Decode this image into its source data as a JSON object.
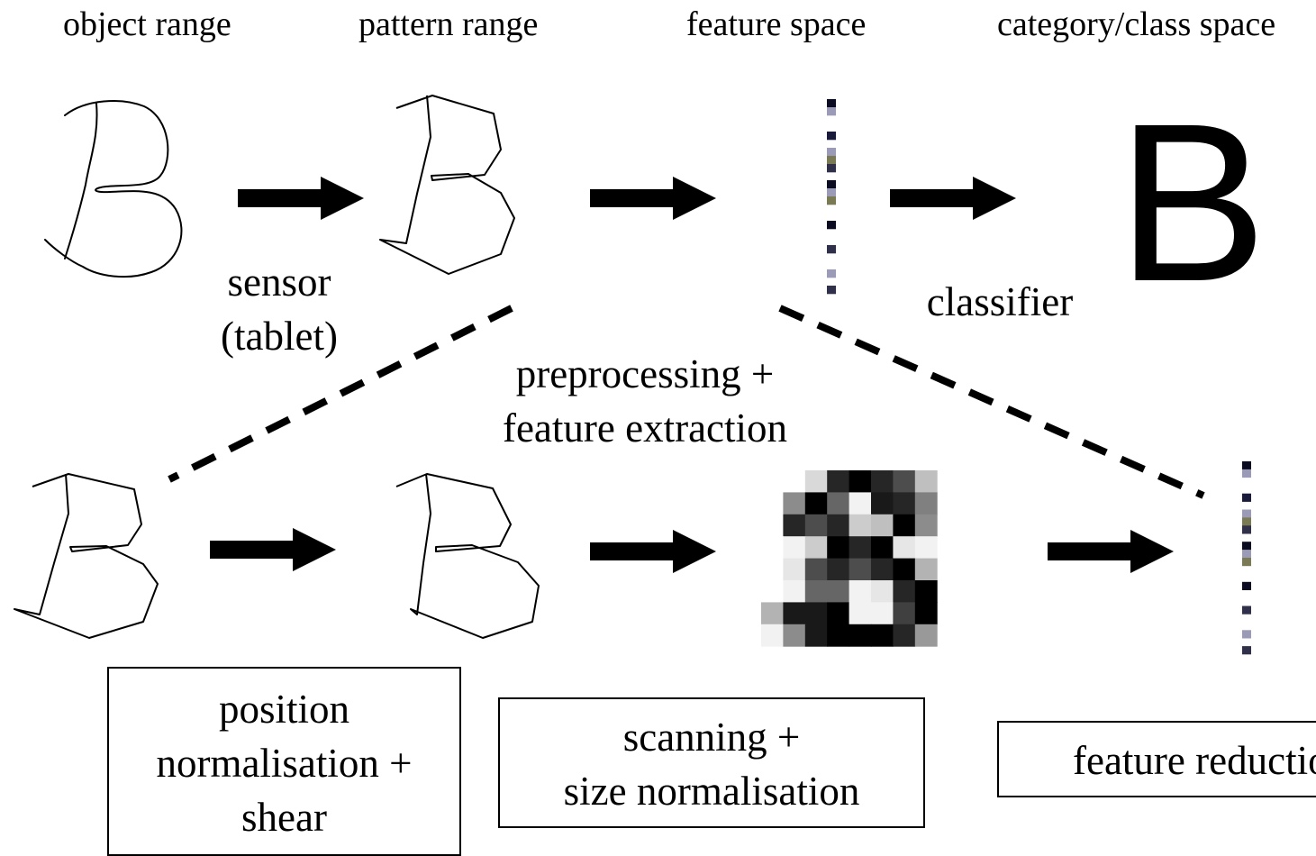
{
  "headers": {
    "object_range": "object range",
    "pattern_range": "pattern range",
    "feature_space": "feature space",
    "category_space": "category/class space"
  },
  "category_letter": "B",
  "labels": {
    "sensor_line1": "sensor",
    "sensor_line2": "(tablet)",
    "classifier": "classifier",
    "preprocessing_line1": "preprocessing +",
    "preprocessing_line2": "feature extraction"
  },
  "boxes": {
    "position_line1": "position",
    "position_line2": "normalisation +",
    "position_line3": "shear",
    "scanning_line1": "scanning +",
    "scanning_line2": "size normalisation",
    "feature_reduction": "feature reduction"
  },
  "colors": {
    "ink": "#000000",
    "feature_vector": [
      "#0b0b22",
      "#7a7a55",
      "#1a1a3a",
      "#9b9bb8",
      "#30304a"
    ]
  },
  "pixel_grid": [
    [
      0,
      0,
      0.15,
      0.85,
      1,
      0.85,
      0.7,
      0.25
    ],
    [
      0,
      0.45,
      1,
      0.6,
      0.05,
      0.9,
      0.85,
      0.5
    ],
    [
      0,
      0.85,
      0.7,
      0.85,
      0.2,
      0.25,
      1,
      0.45
    ],
    [
      0,
      0.05,
      0.2,
      1,
      0.85,
      1,
      0.1,
      0.05
    ],
    [
      0,
      0.1,
      0.7,
      0.85,
      0.7,
      0.85,
      1,
      0.3
    ],
    [
      0,
      0.05,
      0.6,
      0.6,
      0.05,
      0.1,
      0.85,
      1
    ],
    [
      0.3,
      0.9,
      0.9,
      1,
      0.05,
      0.05,
      0.75,
      1
    ],
    [
      0.05,
      0.45,
      0.9,
      1,
      1,
      1,
      0.85,
      0.4
    ]
  ]
}
